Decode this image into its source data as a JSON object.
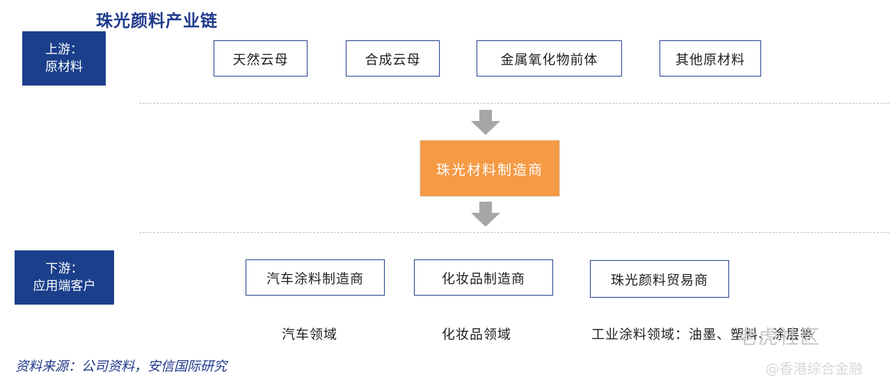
{
  "title": "珠光颜料产业链",
  "upstream": {
    "label_line1": "上游：",
    "label_line2": "原材料",
    "items": [
      "天然云母",
      "合成云母",
      "金属氧化物前体",
      "其他原材料"
    ]
  },
  "manufacturer": {
    "label": "珠光材料制造商"
  },
  "downstream": {
    "label_line1": "下游：",
    "label_line2": "应用端客户",
    "items": [
      "汽车涂料制造商",
      "化妆品制造商",
      "珠光颜料贸易商"
    ],
    "fields": [
      "汽车领域",
      "化妆品领域",
      "工业涂料领域：油墨、塑料、涂层等"
    ]
  },
  "source": "资料来源：公司资料，安信国际研究",
  "watermark": {
    "line1": "老虎社区",
    "line2": "@香港综合金融"
  },
  "colors": {
    "navy": "#1b3f8b",
    "orange": "#f59a45",
    "arrow_gray": "#a6a6a6"
  }
}
